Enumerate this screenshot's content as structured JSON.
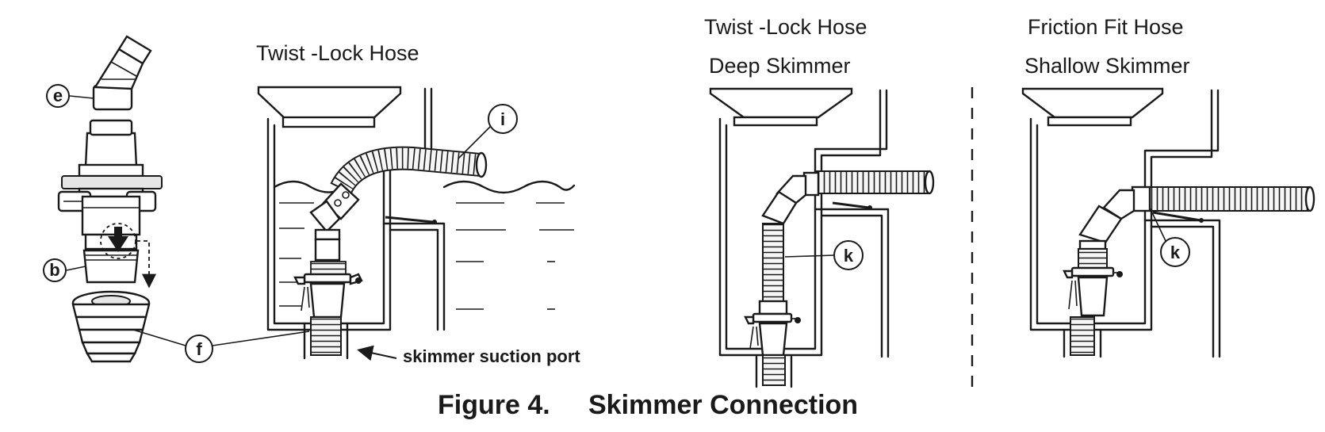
{
  "headings": {
    "panel1": "Twist -Lock Hose",
    "panel2_line1": "Twist -Lock Hose",
    "panel2_line2": "Deep Skimmer",
    "panel3_line1": "Friction Fit Hose",
    "panel3_line2": "Shallow Skimmer"
  },
  "callouts": {
    "e": "e",
    "b": "b",
    "f": "f",
    "i": "i",
    "k_deep": "k",
    "k_shallow": "k"
  },
  "labels": {
    "suction_port": "skimmer suction port"
  },
  "caption": {
    "number": "Figure 4.",
    "title": "Skimmer Connection"
  }
}
